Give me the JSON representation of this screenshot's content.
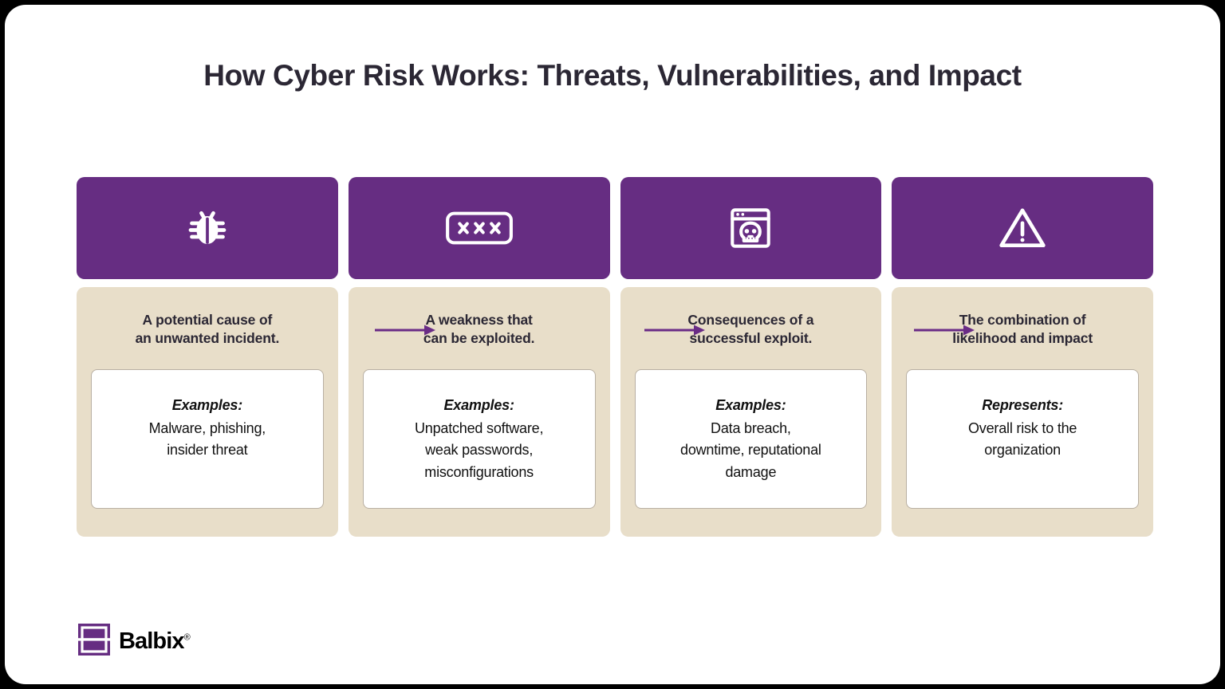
{
  "page": {
    "title": "How Cyber Risk Works: Threats, Vulnerabilities, and Impact",
    "background_color": "#000000",
    "canvas_color": "#ffffff"
  },
  "theme": {
    "header_purple": "#662D82",
    "body_beige": "#E8DEC9",
    "arrow_purple": "#6A2C86",
    "box_white": "#ffffff",
    "box_border": "#b8afa2",
    "title_color": "#2b2734",
    "text_color": "#111111"
  },
  "columns": [
    {
      "icon": "bug-icon",
      "summary": "A potential cause of\nan unwanted incident.",
      "summary_line1": "A potential cause of",
      "summary_line2": "an unwanted incident.",
      "example_label": "Examples:",
      "example_text": "Malware, phishing,\ninsider threat",
      "example_line1": "Malware, phishing,",
      "example_line2": "insider threat"
    },
    {
      "icon": "password-field-icon",
      "summary": "A weakness that\ncan be exploited.",
      "summary_line1": "A weakness that",
      "summary_line2": "can be exploited.",
      "example_label": "Examples:",
      "example_text": "Unpatched software,\nweak passwords,\nmisconfigurations",
      "example_line1": "Unpatched software,",
      "example_line2": "weak passwords,",
      "example_line3": "misconfigurations"
    },
    {
      "icon": "browser-skull-icon",
      "summary": "Consequences of a\nsuccessful exploit.",
      "summary_line1": "Consequences of a",
      "summary_line2": "successful exploit.",
      "example_label": "Examples:",
      "example_text": "Data breach,\ndowntime, reputational\ndamage",
      "example_line1": "Data breach,",
      "example_line2": "downtime, reputational",
      "example_line3": "damage"
    },
    {
      "icon": "warning-triangle-icon",
      "summary": "The combination of\nlikelihood and impact",
      "summary_line1": "The combination of",
      "summary_line2": "likelihood and impact",
      "example_label": "Represents:",
      "example_text": "Overall risk to the\norganization",
      "example_line1": "Overall risk to the",
      "example_line2": "organization"
    }
  ],
  "arrows": [
    {
      "name": "arrow-threat-to-vulnerability"
    },
    {
      "name": "arrow-vulnerability-to-impact"
    },
    {
      "name": "arrow-impact-to-risk"
    }
  ],
  "brand": {
    "name": "Balbix",
    "trademark": "®",
    "mark_color": "#662D82"
  }
}
